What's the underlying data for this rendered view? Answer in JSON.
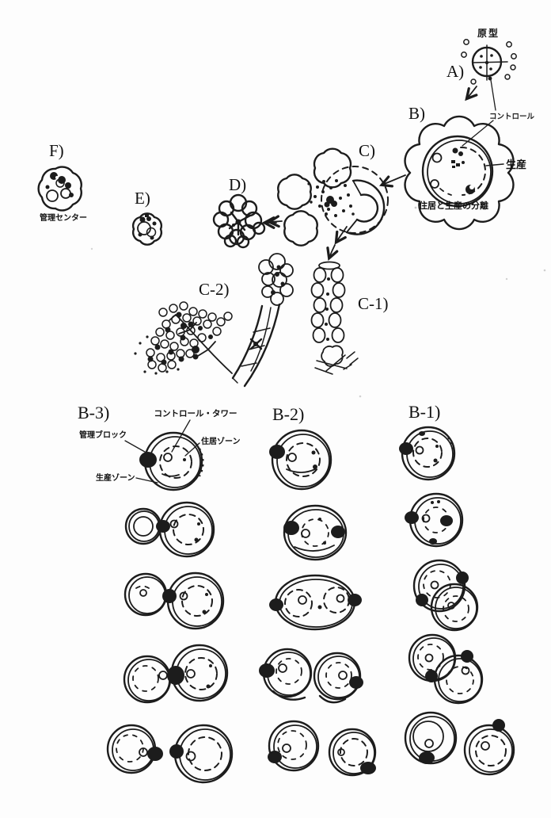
{
  "colors": {
    "ink": "#1c1c1c",
    "paper": "#fdfdfd"
  },
  "sequence": {
    "stage_a": "A)",
    "stage_b": "B)",
    "stage_c": "C)",
    "stage_d": "D)",
    "stage_e": "E)",
    "stage_f": "F)",
    "stage_c1": "C-1)",
    "stage_c2": "C-2)",
    "prototype_label": "原型",
    "control_label": "コントロール",
    "production_label": "生産",
    "separation_caption": "住居と生産の分離",
    "management_center_label": "管理センター"
  },
  "division_series": {
    "columns": [
      {
        "label": "B-3)"
      },
      {
        "label": "B-2)"
      },
      {
        "label": "B-1)"
      }
    ],
    "annotations": {
      "control_tower": "コントロール・タワー",
      "management_block": "管理ブロック",
      "housing_zone": "住居ゾーン",
      "production_zone": "生産ゾーン"
    }
  }
}
